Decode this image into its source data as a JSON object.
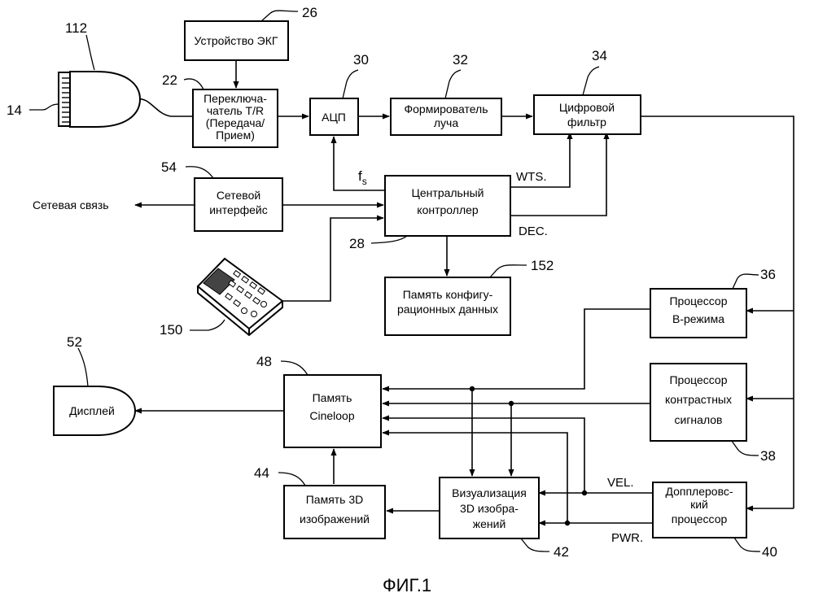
{
  "figure": {
    "caption": "ФИГ.1"
  },
  "blocks": {
    "ecg_device": {
      "label": "Устройство ЭКГ",
      "ref": "26"
    },
    "tr_switch": {
      "lines": [
        "Переключа-",
        "чатель T/R",
        "(Передача/",
        "Прием)"
      ],
      "ref": "22"
    },
    "adc": {
      "label": "АЦП",
      "ref": "30"
    },
    "beamformer": {
      "lines": [
        "Формирователь",
        "луча"
      ],
      "ref": "32"
    },
    "digital_filter": {
      "lines": [
        "Цифровой",
        "фильтр"
      ],
      "ref": "34"
    },
    "network_interface": {
      "lines": [
        "Сетевой",
        "интерфейс"
      ],
      "ref": "54"
    },
    "central_controller": {
      "lines": [
        "Центральный",
        "контроллер"
      ],
      "ref": "28"
    },
    "config_memory": {
      "lines": [
        "Память конфигу-",
        "рационных данных"
      ],
      "ref": "152"
    },
    "b_mode_processor": {
      "lines": [
        "Процессор",
        "B-режима"
      ],
      "ref": "36"
    },
    "contrast_processor": {
      "lines": [
        "Процессор",
        "контрастных",
        "сигналов"
      ],
      "ref": "38"
    },
    "doppler_processor": {
      "lines": [
        "Допплеровс-",
        "кий",
        "процессор"
      ],
      "ref": "40"
    },
    "cineloop_memory": {
      "lines": [
        "Память",
        "Cineloop"
      ],
      "ref": "48"
    },
    "display": {
      "label": "Дисплей",
      "ref": "52"
    },
    "memory_3d": {
      "lines": [
        "Память 3D",
        "изображений"
      ],
      "ref": "44"
    },
    "render_3d": {
      "lines": [
        "Визуализация",
        "3D изобра-",
        "жений"
      ],
      "ref": "42"
    },
    "probe": {
      "ref_probe": "112",
      "ref_array": "14"
    },
    "control_panel": {
      "ref": "150"
    }
  },
  "signals": {
    "sample_freq": {
      "main": "f",
      "sub": "s"
    },
    "wts": "WTS.",
    "dec": "DEC.",
    "vel": "VEL.",
    "pwr": "PWR.",
    "network_link": "Сетевая связь"
  }
}
